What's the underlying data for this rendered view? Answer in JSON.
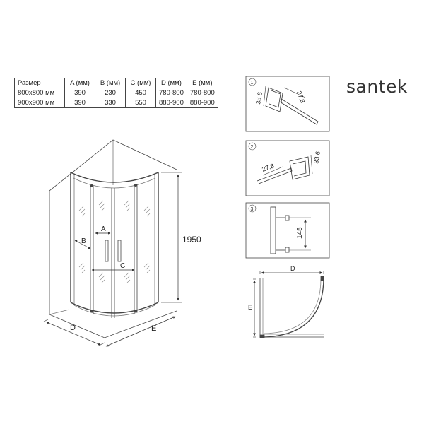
{
  "brand": "santek",
  "spec_table": {
    "headers": [
      "Размер",
      "A (мм)",
      "B (мм)",
      "C (мм)",
      "D (мм)",
      "E (мм)"
    ],
    "rows": [
      [
        "800x800 мм",
        "390",
        "230",
        "450",
        "780-800",
        "780-800"
      ],
      [
        "900x900 мм",
        "390",
        "330",
        "550",
        "880-900",
        "880-900"
      ]
    ]
  },
  "main_drawing": {
    "height_label": "1950",
    "label_a": "A",
    "label_b": "B",
    "label_c": "C",
    "label_d": "D",
    "label_e": "E"
  },
  "details": [
    {
      "number": "1",
      "dim_1": "33.6",
      "dim_2": "27.8"
    },
    {
      "number": "2",
      "dim_1": "27.8",
      "dim_2": "33.6"
    },
    {
      "number": "3",
      "dim_1": "145"
    }
  ],
  "plan_view": {
    "label_d": "D",
    "label_e": "E"
  }
}
